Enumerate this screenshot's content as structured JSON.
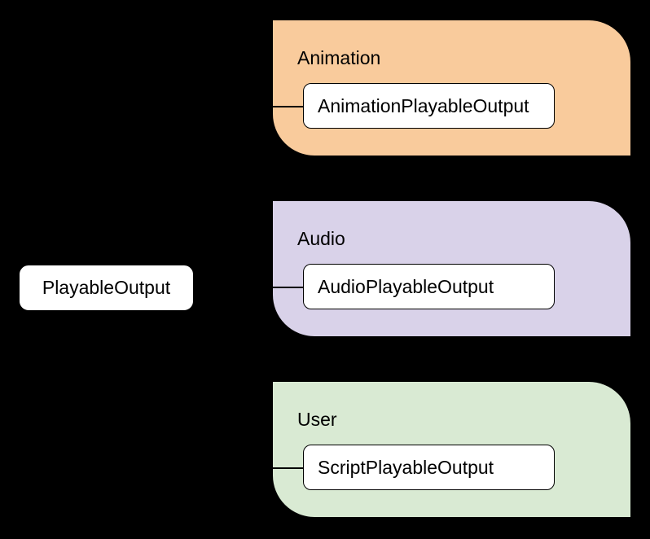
{
  "canvas": {
    "background_color": "#000000",
    "line_color": "#000000",
    "node_background_color": "#ffffff",
    "node_border_color": "#000000",
    "text_color": "#000000"
  },
  "root_node": {
    "label": "PlayableOutput"
  },
  "groups": [
    {
      "title": "Animation",
      "node_label": "AnimationPlayableOutput",
      "color": "#f9cb9c"
    },
    {
      "title": "Audio",
      "node_label": "AudioPlayableOutput",
      "color": "#d9d2e9"
    },
    {
      "title": "User",
      "node_label": "ScriptPlayableOutput",
      "color": "#d9ead3"
    }
  ]
}
